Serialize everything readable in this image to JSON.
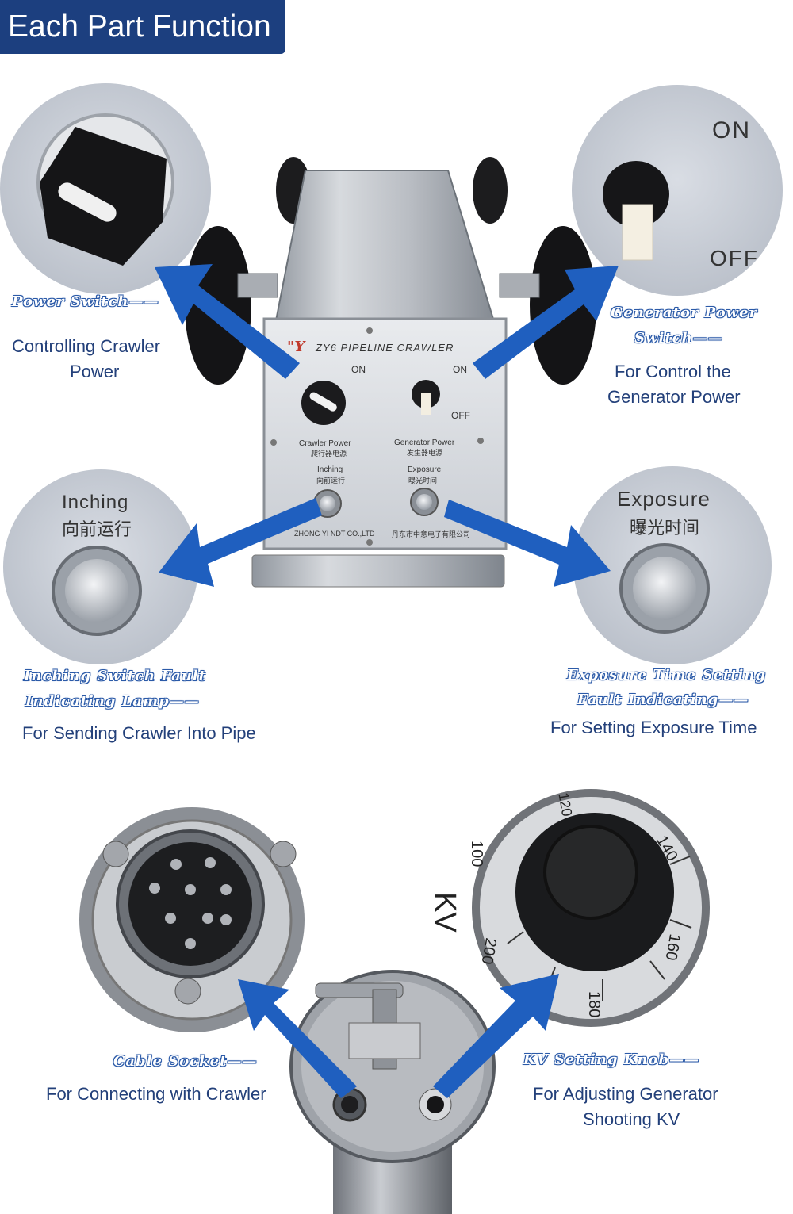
{
  "header": {
    "title": "Each Part Function"
  },
  "crawler_panel": {
    "model": "ZY6 PIPELINE CRAWLER",
    "on_left": "ON",
    "on_right": "ON",
    "off_right": "OFF",
    "crawler_power_en": "Crawler Power",
    "crawler_power_cn": "爬行器电源",
    "generator_power_en": "Generator Power",
    "generator_power_cn": "发生器电源",
    "inching_en": "Inching",
    "inching_cn": "向前运行",
    "exposure_en": "Exposure",
    "exposure_cn": "曝光时间",
    "maker_en": "ZHONG YI NDT CO.,LTD",
    "maker_cn": "丹东市中意电子有限公司"
  },
  "zoom_generator_switch": {
    "on": "ON",
    "off": "OFF"
  },
  "zoom_inching": {
    "en": "Inching",
    "cn": "向前运行"
  },
  "zoom_exposure": {
    "en": "Exposure",
    "cn": "曝光时间"
  },
  "zoom_kv": {
    "unit": "KV",
    "ticks": [
      "100",
      "120",
      "140",
      "160",
      "180",
      "200"
    ]
  },
  "callouts": {
    "power_switch": {
      "title": "Power Switch——",
      "desc1": "Controlling Crawler",
      "desc2": "Power"
    },
    "generator_switch": {
      "title1": "Generator Power",
      "title2": "Switch——",
      "desc1": "For Control the",
      "desc2": "Generator Power"
    },
    "inching": {
      "title1": "Inching Switch Fault",
      "title2": "Indicating Lamp——",
      "desc": "For Sending Crawler Into Pipe"
    },
    "exposure": {
      "title1": "Exposure Time Setting",
      "title2": "Fault Indicating——",
      "desc": "For Setting Exposure Time"
    },
    "cable_socket": {
      "title": "Cable Socket——",
      "desc": "For Connecting with Crawler"
    },
    "kv_knob": {
      "title": "KV Setting Knob——",
      "desc1": "For Adjusting Generator",
      "desc2": "Shooting KV"
    }
  },
  "colors": {
    "header_bg": "#1c3f7f",
    "arrow": "#1f5fbf",
    "text": "#23407a"
  }
}
